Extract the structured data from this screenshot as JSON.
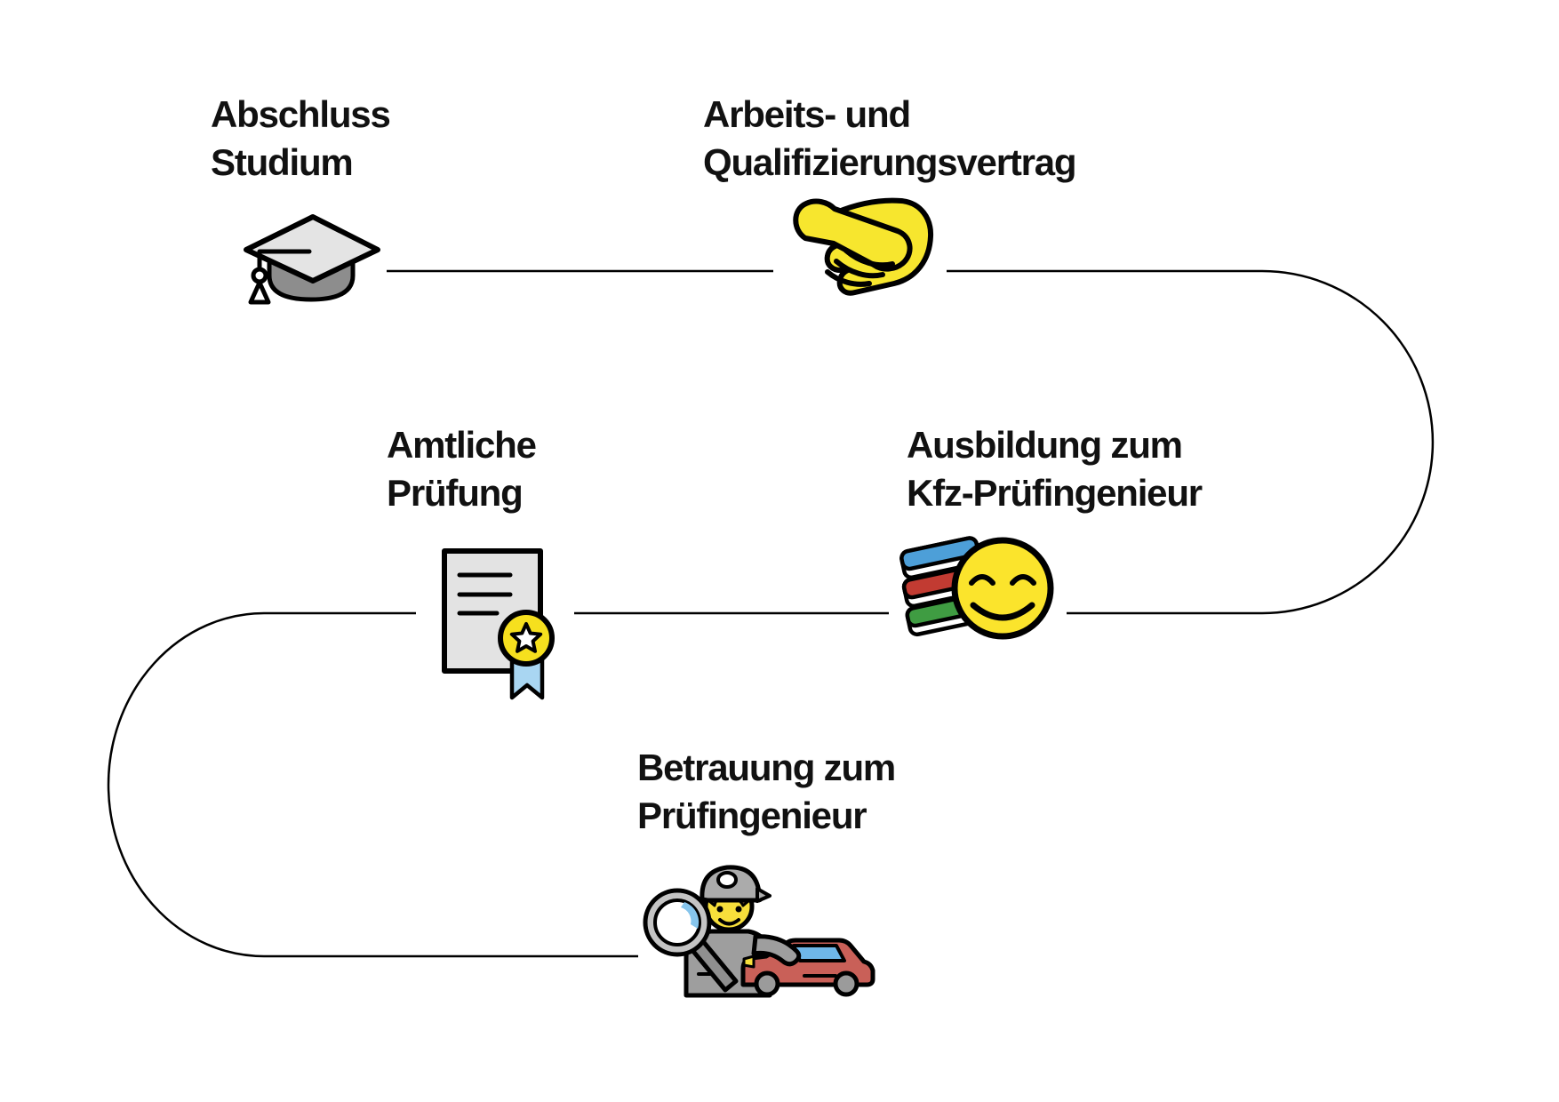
{
  "diagram": {
    "type": "process-flow",
    "steps": [
      {
        "id": 1,
        "line1": "Abschluss",
        "line2": "Studium",
        "icon": "graduation-cap"
      },
      {
        "id": 2,
        "line1": "Arbeits- und",
        "line2": "Qualifizierungsvertrag",
        "icon": "handshake"
      },
      {
        "id": 3,
        "line1": "Amtliche",
        "line2": "Prüfung",
        "icon": "certificate-with-star-badge"
      },
      {
        "id": 4,
        "line1": "Ausbildung zum",
        "line2": "Kfz-Prüfingenieur",
        "icon": "books-and-smiley"
      },
      {
        "id": 5,
        "line1": "Betrauung zum",
        "line2": "Prüfingenieur",
        "icon": "inspector-with-magnifier-and-car"
      }
    ],
    "palette": {
      "background": "#ffffff",
      "text": "#111111",
      "connector": "#000000",
      "outline": "#000000",
      "yellow": "#F7E62E",
      "smiley_yellow": "#FBE42C",
      "badge_yellow": "#F6E01E",
      "face_yellow": "#F7DF3B",
      "light_gray": "#E4E4E4",
      "mid_gray": "#8D8D8D",
      "overalls_gray": "#9E9E9E",
      "cap_gray": "#ABABAB",
      "wheel_gray": "#9B9B9B",
      "ribbon_blue": "#A9D6F2",
      "window_blue": "#6FB7E8",
      "lens_blue": "#86C5EC",
      "book_blue": "#4D9FD8",
      "book_red": "#C23B32",
      "book_green": "#3F9C42",
      "car_red": "#C96058",
      "hair_brown": "#8B5A36"
    }
  }
}
